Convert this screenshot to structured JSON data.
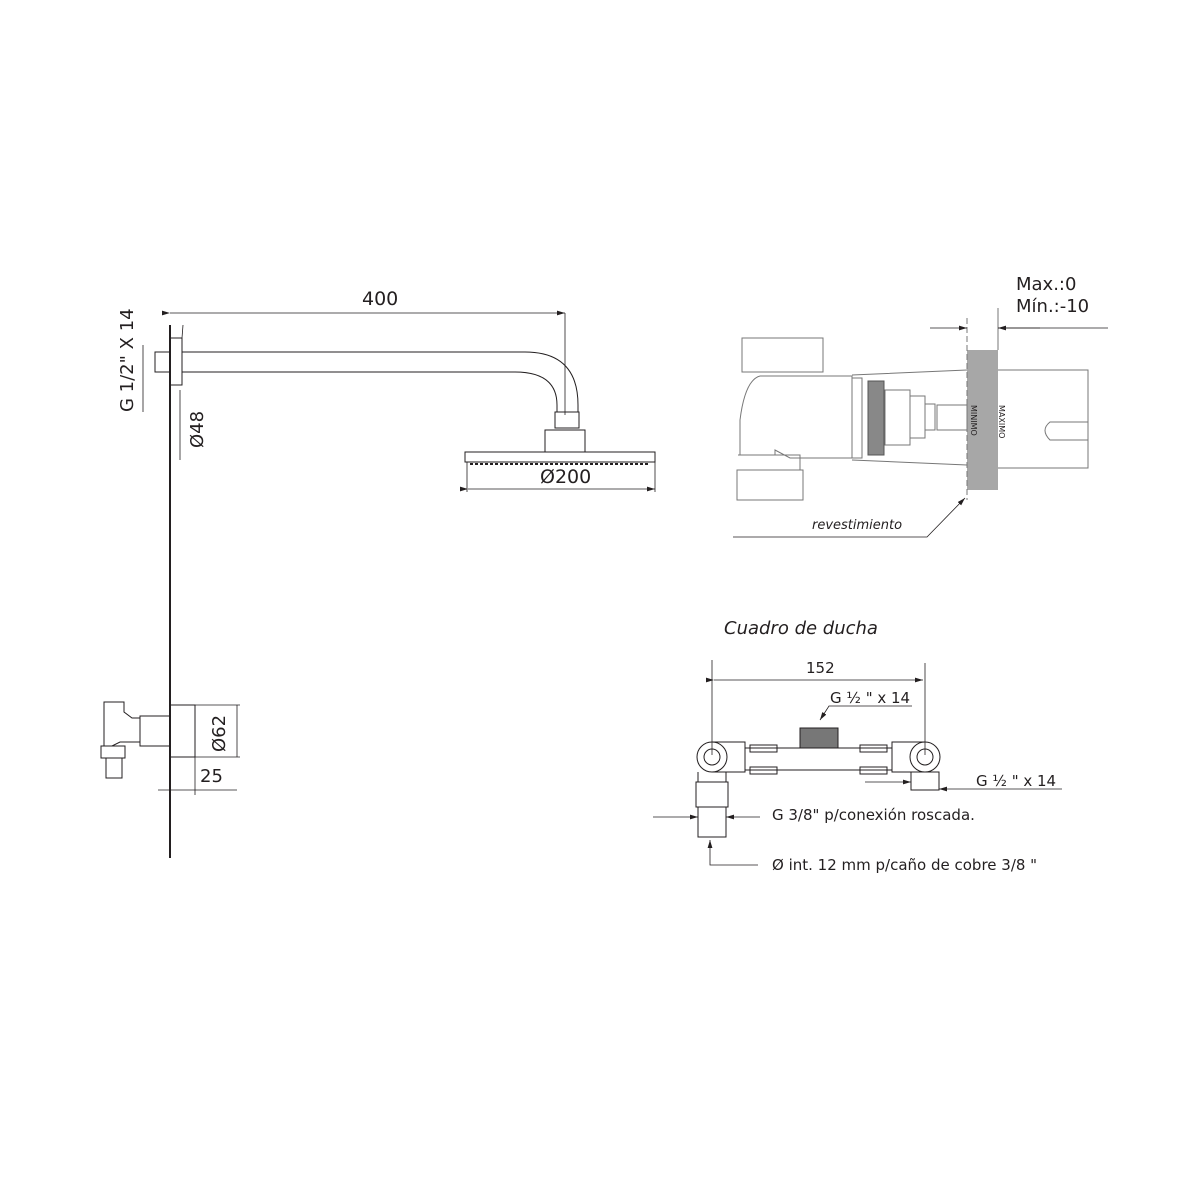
{
  "shower_arm": {
    "length_label": "400",
    "thread_label": "G 1/2\" X 14",
    "flange_diameter_label": "Ø48",
    "head_diameter_label": "Ø200"
  },
  "valve_side": {
    "escutcheon_diameter_label": "Ø62",
    "projection_label": "25"
  },
  "cartridge_detail": {
    "max_label": "Max.:0",
    "min_label": "Mín.:-10",
    "minimo_mark": "MINIMO",
    "maximo_mark": "MAXIMO",
    "coating_label": "revestimiento"
  },
  "manifold": {
    "title": "Cuadro de ducha",
    "width_label": "152",
    "top_thread_label": "G ½ \" x 14",
    "side_thread_label": "G ½ \" x 14",
    "inlet_thread_label": "G 3/8\" p/conexión roscada.",
    "inlet_pipe_label": "Ø int. 12 mm p/caño de cobre 3/8 \""
  },
  "colors": {
    "line": "#231f20",
    "coating": "#a7a7a7"
  }
}
